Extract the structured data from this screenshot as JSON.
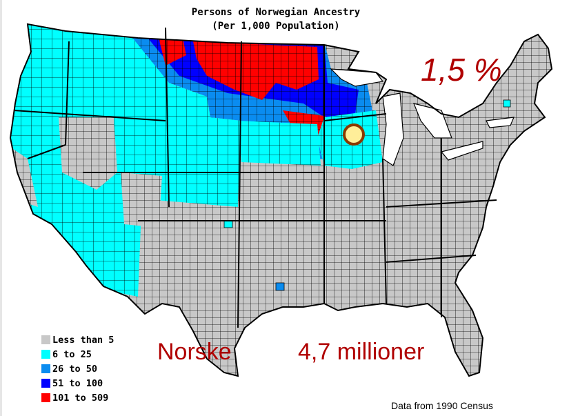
{
  "map": {
    "title_line1": "Persons of Norwegian Ancestry",
    "title_line2": "(Per 1,000 Population)",
    "source_note": "Data from 1990 Census",
    "legend": [
      {
        "label": "Less than 5",
        "color": "#c8c8c8"
      },
      {
        "label": "6 to 25",
        "color": "#00ffff"
      },
      {
        "label": "26 to 50",
        "color": "#0a8cf0"
      },
      {
        "label": "51 to 100",
        "color": "#0000ff"
      },
      {
        "label": "101 to 509",
        "color": "#ff0000"
      }
    ],
    "county_border_color": "#000000",
    "marker_color": "#ffee99",
    "marker_border_color": "#8b3a00"
  },
  "overlay": {
    "percentage": "1,5 %",
    "label": "Norske",
    "count": "4,7 millioner",
    "text_color": "#b00000"
  }
}
